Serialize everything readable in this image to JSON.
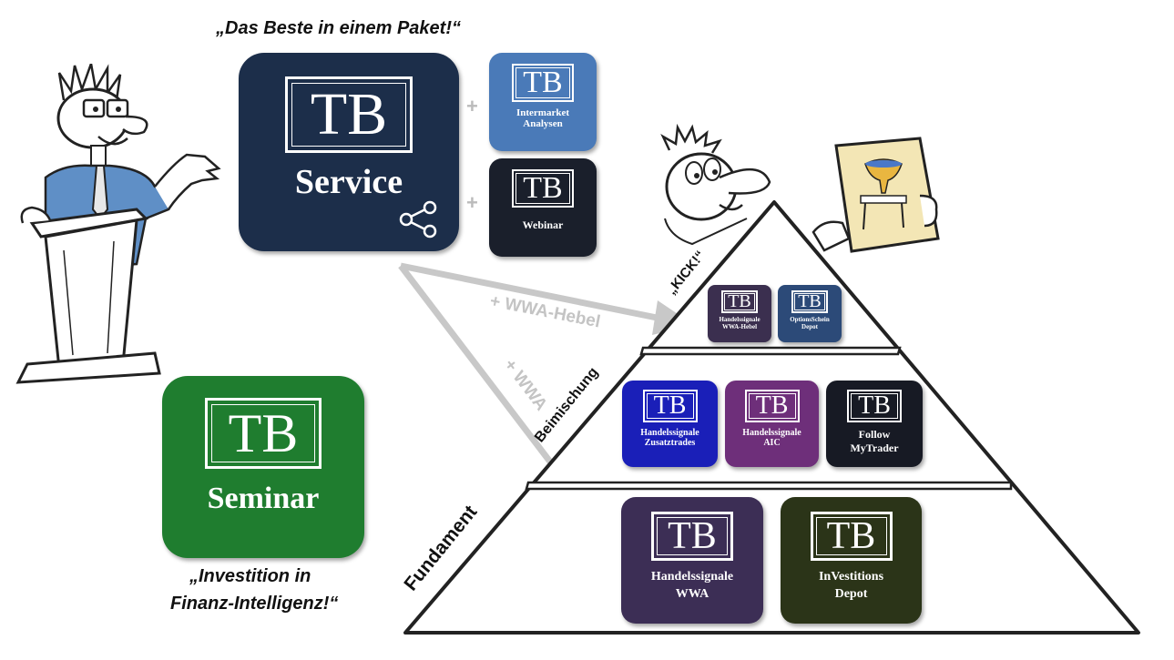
{
  "quotes": {
    "top": "„Das Beste in einem Paket!“",
    "bottom_line1": "„Investition in",
    "bottom_line2": "Finanz-Intelligenz!“"
  },
  "logo_text": "TB",
  "service": {
    "label": "Service",
    "icon": "share-icon",
    "color": "#1c2e4a"
  },
  "addons": [
    {
      "line1": "Intermarket",
      "line2": "Analysen",
      "color": "#4a7ab8"
    },
    {
      "line1": "Webinar",
      "line2": "",
      "color": "#1a1f2b"
    }
  ],
  "plus_sign": "+",
  "seminar": {
    "label": "Seminar",
    "color": "#1f7d2f"
  },
  "arrows": {
    "upper": "+ WWA-Hebel",
    "lower": "+ WWA"
  },
  "pyramid": {
    "kick_label": "„KICK!“",
    "middle_label": "Beimischung",
    "base_label": "Fundament",
    "top_tiles": [
      {
        "line1": "Handelssignale",
        "line2": "WWA-Hebel",
        "color": "#3b2f4f"
      },
      {
        "line1": "OptionsSchein",
        "line2": "Depot",
        "color": "#2c4a78"
      }
    ],
    "middle_tiles": [
      {
        "line1": "Handelssignale",
        "line2": "Zusatztrades",
        "color": "#1a1fb8"
      },
      {
        "line1": "Handelssignale",
        "line2": "AIC",
        "color": "#6e2f7a"
      },
      {
        "line1": "Follow",
        "line2": "MyTrader",
        "color": "#171a24"
      }
    ],
    "base_tiles": [
      {
        "line1": "Handelssignale",
        "line2": "WWA",
        "color": "#3c2e55"
      },
      {
        "line1": "InVestitions",
        "line2": "Depot",
        "color": "#2b3418"
      }
    ]
  }
}
